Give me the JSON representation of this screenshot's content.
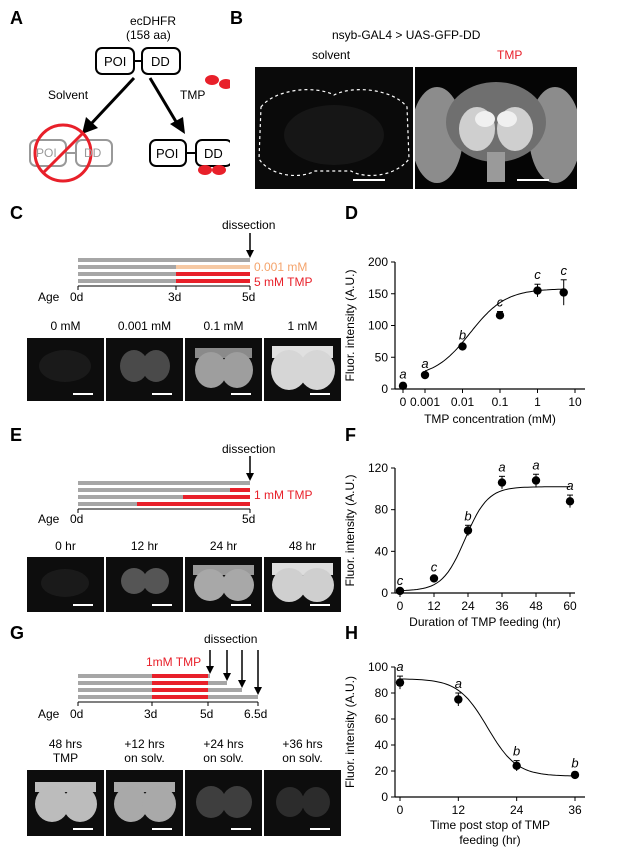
{
  "panel_labels": [
    "A",
    "B",
    "C",
    "D",
    "E",
    "F",
    "G",
    "H"
  ],
  "panelA": {
    "construct_name": "ecDHFR",
    "construct_size": "(158 aa)",
    "poi": "POI",
    "dd": "DD",
    "solvent": "Solvent",
    "tmp": "TMP"
  },
  "panelB": {
    "title": "nsyb-GAL4 > UAS-GFP-DD",
    "left_label": "solvent",
    "right_label": "TMP",
    "tmp_color": "#e8202a"
  },
  "panelC": {
    "dissection": "dissection",
    "age": "Age",
    "ticks": [
      "0d",
      "3d",
      "5d"
    ],
    "legend_low": "0.001 mM",
    "legend_high": "5 mM TMP",
    "images": [
      "0 mM",
      "0.001 mM",
      "0.1 mM",
      "1 mM"
    ]
  },
  "panelE": {
    "dissection": "dissection",
    "age": "Age",
    "ticks": [
      "0d",
      "5d"
    ],
    "legend": "1 mM TMP",
    "images": [
      "0 hr",
      "12 hr",
      "24 hr",
      "48 hr"
    ]
  },
  "panelG": {
    "dissection": "dissection",
    "age": "Age",
    "ticks": [
      "0d",
      "3d",
      "5d",
      "6.5d"
    ],
    "legend": "1mM TMP",
    "images": [
      {
        "l1": "48 hrs",
        "l2": "TMP"
      },
      {
        "l1": "+12 hrs",
        "l2": "on solv."
      },
      {
        "l1": "+24 hrs",
        "l2": "on solv."
      },
      {
        "l1": "+36 hrs",
        "l2": "on solv."
      }
    ]
  },
  "chart_data": [
    {
      "id": "D",
      "type": "scatter",
      "x_scale": "log",
      "xlabel": "TMP concentration (mM)",
      "ylabel": "Fluor. intensity (A.U.)",
      "xticks": [
        "0",
        "0.001",
        "0.01",
        "0.1",
        "1",
        "10"
      ],
      "yticks": [
        "0",
        "50",
        "100",
        "150",
        "200"
      ],
      "ylim": [
        0,
        200
      ],
      "points": [
        {
          "x": "0",
          "y": 5,
          "err": 4,
          "letter": "a"
        },
        {
          "x": 0.001,
          "y": 22,
          "err": 3,
          "letter": "a"
        },
        {
          "x": 0.01,
          "y": 67,
          "err": 3,
          "letter": "b"
        },
        {
          "x": 0.1,
          "y": 116,
          "err": 6,
          "letter": "c"
        },
        {
          "x": 1,
          "y": 155,
          "err": 10,
          "letter": "c"
        },
        {
          "x": 5,
          "y": 152,
          "err": 20,
          "letter": "c"
        }
      ],
      "fit": "sigmoid"
    },
    {
      "id": "F",
      "type": "scatter",
      "xlabel": "Duration of TMP feeding (hr)",
      "ylabel": "Fluor. intensity (A.U.)",
      "xticks": [
        "0",
        "12",
        "24",
        "36",
        "48",
        "60"
      ],
      "yticks": [
        "0",
        "40",
        "80",
        "120"
      ],
      "xlim": [
        0,
        60
      ],
      "ylim": [
        0,
        120
      ],
      "points": [
        {
          "x": 0,
          "y": 2,
          "err": 1,
          "letter": "c"
        },
        {
          "x": 12,
          "y": 14,
          "err": 2,
          "letter": "c"
        },
        {
          "x": 24,
          "y": 60,
          "err": 5,
          "letter": "b"
        },
        {
          "x": 36,
          "y": 106,
          "err": 6,
          "letter": "a"
        },
        {
          "x": 48,
          "y": 108,
          "err": 6,
          "letter": "a"
        },
        {
          "x": 60,
          "y": 88,
          "err": 6,
          "letter": "a"
        }
      ],
      "fit": "sigmoid"
    },
    {
      "id": "H",
      "type": "scatter",
      "xlabel": "Time post stop of TMP feeding (hr)",
      "ylabel": "Fluor. intensity (A.U.)",
      "xticks": [
        "0",
        "12",
        "24",
        "36"
      ],
      "yticks": [
        "0",
        "20",
        "40",
        "60",
        "80",
        "100"
      ],
      "xlim": [
        0,
        36
      ],
      "ylim": [
        0,
        100
      ],
      "points": [
        {
          "x": 0,
          "y": 88,
          "err": 5,
          "letter": "a"
        },
        {
          "x": 12,
          "y": 75,
          "err": 5,
          "letter": "a"
        },
        {
          "x": 24,
          "y": 24,
          "err": 4,
          "letter": "b"
        },
        {
          "x": 36,
          "y": 17,
          "err": 2,
          "letter": "b"
        }
      ],
      "fit": "sigmoid"
    }
  ]
}
